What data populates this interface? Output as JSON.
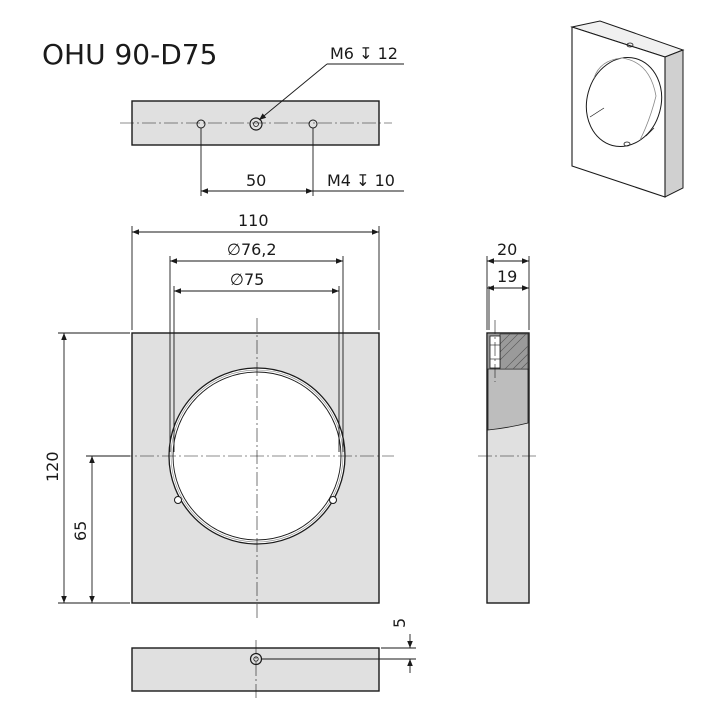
{
  "title": "OHU 90-D75",
  "dimensions": {
    "thread_top": "M6",
    "thread_top_depth": "12",
    "thread_side": "M4",
    "thread_side_depth": "10",
    "hole_spacing": "50",
    "width": "110",
    "outer_diameter": "76,2",
    "inner_diameter": "75",
    "height": "120",
    "center_height": "65",
    "thickness": "20",
    "thickness_inner": "19",
    "hole_offset": "5"
  },
  "symbols": {
    "diameter": "∅",
    "depth": "↧"
  }
}
